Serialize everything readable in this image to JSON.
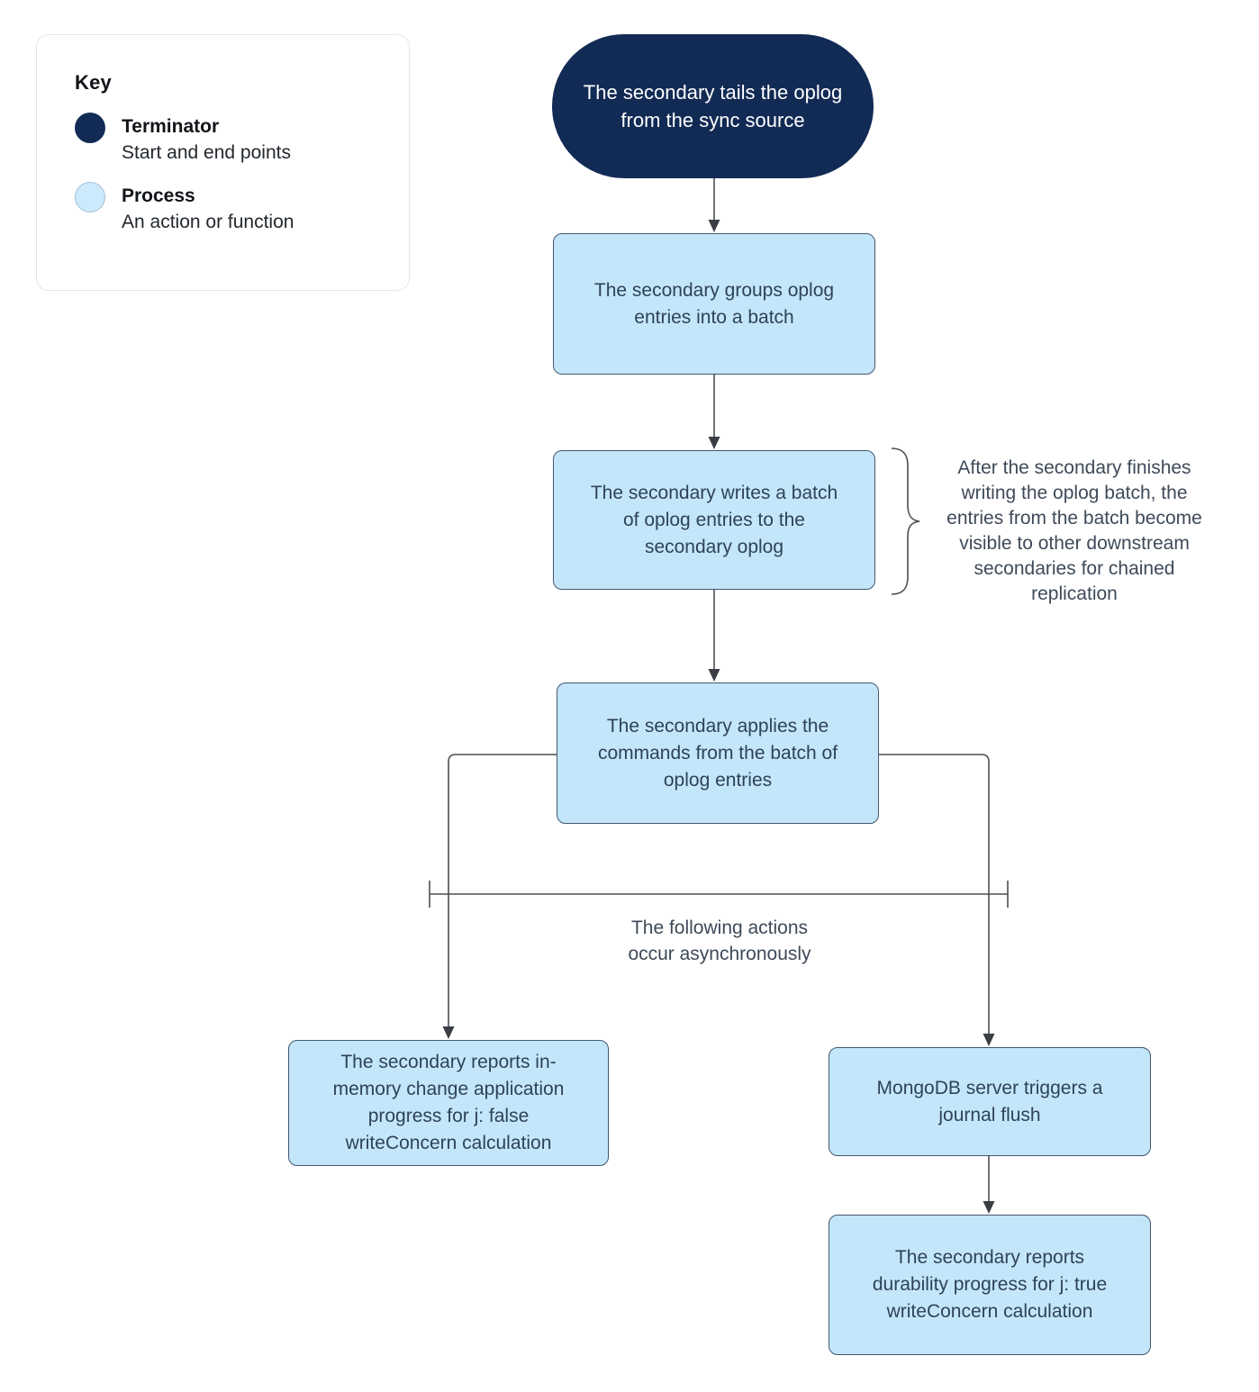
{
  "legend": {
    "title": "Key",
    "items": [
      {
        "name": "Terminator",
        "description": "Start and end points",
        "swatch": "terminator-swatch",
        "color": "#122b55"
      },
      {
        "name": "Process",
        "description": "An action or function",
        "swatch": "process-swatch",
        "color": "#c4e6fb"
      }
    ]
  },
  "nodes": {
    "start": {
      "type": "terminator",
      "text": "The secondary tails the oplog from the sync source"
    },
    "group": {
      "type": "process",
      "text": "The secondary groups oplog entries into a batch"
    },
    "write": {
      "type": "process",
      "text": "The secondary writes a batch of oplog entries to the secondary oplog"
    },
    "apply": {
      "type": "process",
      "text": "The secondary applies the commands from the batch of oplog entries"
    },
    "memory": {
      "type": "process",
      "text": "The secondary reports in-memory change application progress for j: false writeConcern calculation"
    },
    "flush": {
      "type": "process",
      "text": "MongoDB server triggers a journal flush"
    },
    "durability": {
      "type": "process",
      "text": "The secondary reports durability progress for j: true writeConcern calculation"
    }
  },
  "annotations": {
    "visibility_note": "After the secondary finishes writing the oplog batch, the entries from the batch become visible to other downstream secondaries for chained replication",
    "async_note": "The following actions occur asynchronously"
  },
  "colors": {
    "terminator_fill": "#122b55",
    "terminator_text": "#ffffff",
    "process_fill": "#c4e6fb",
    "process_border": "#43586e",
    "process_text": "#2e4258",
    "annotation_text": "#3e4a59",
    "connector_line": "#4b4f54",
    "background": "#ffffff"
  }
}
